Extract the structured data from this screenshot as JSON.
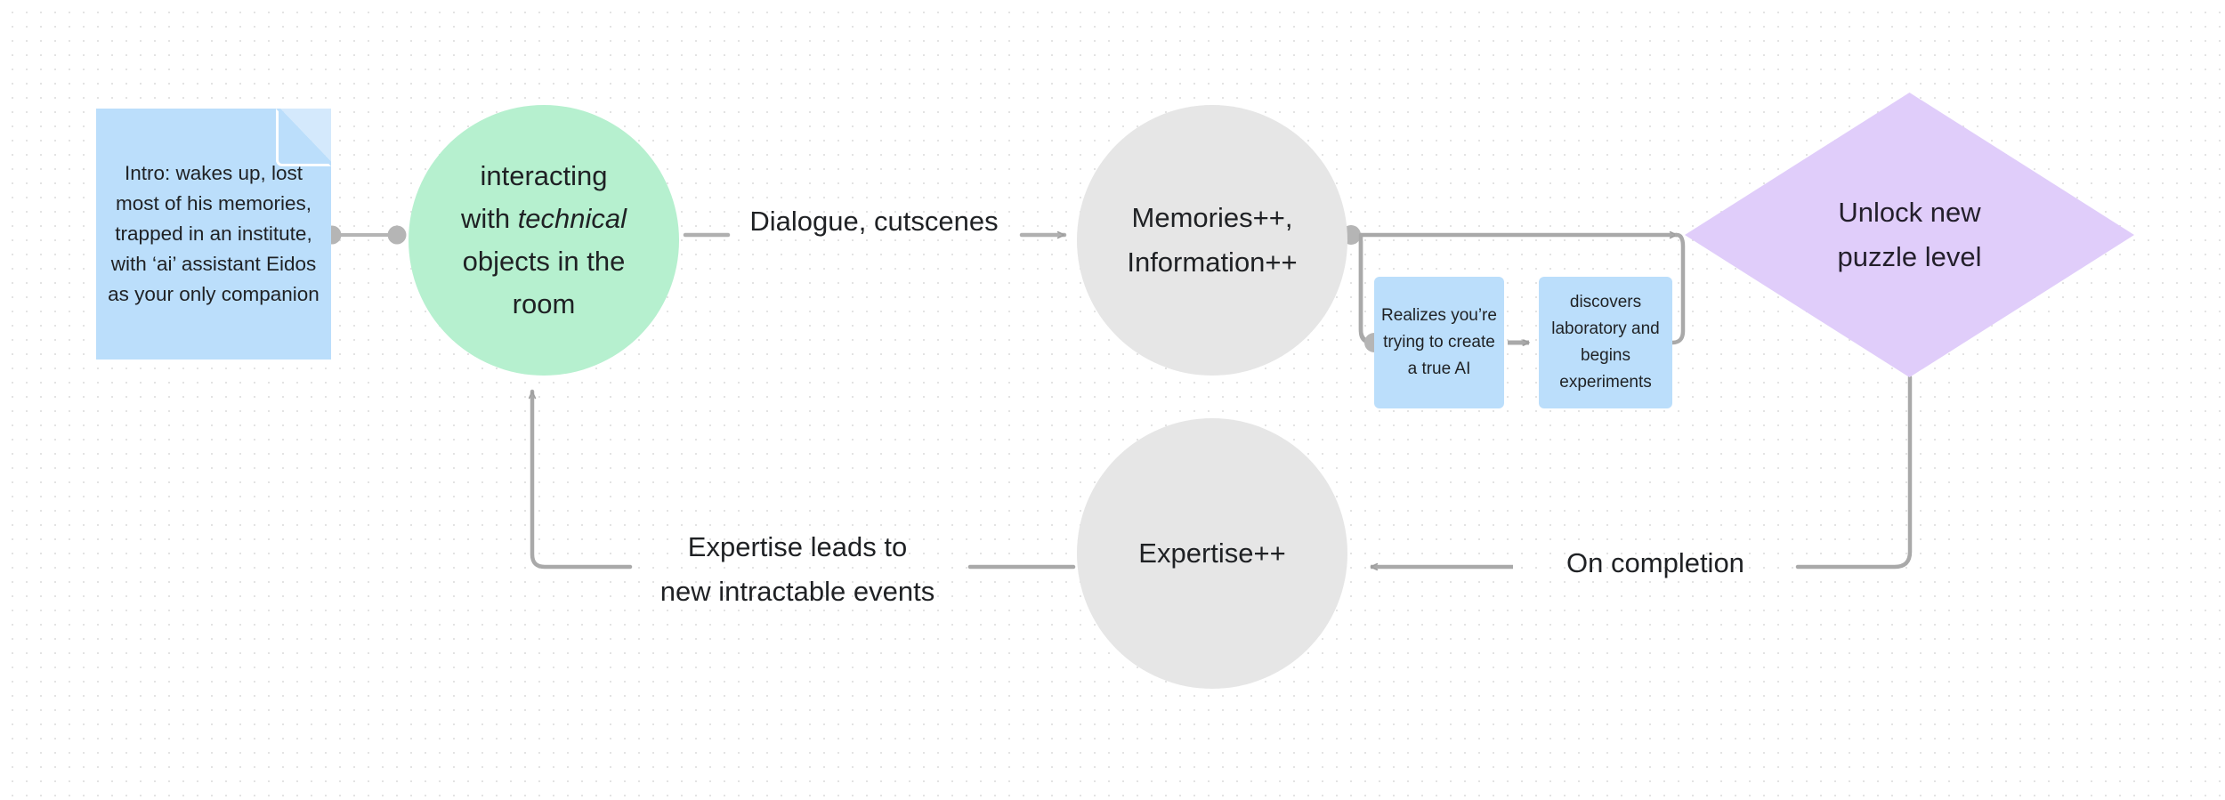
{
  "diagram": {
    "type": "flowchart",
    "background": "#ffffff",
    "grid": "dotted",
    "nodes": [
      {
        "id": "intro-note",
        "shape": "note",
        "color": "#bbdefb",
        "text": "Intro: wakes up, lost most of his memories, trapped in an institute, with ‘ai’ assistant Eidos as your only companion"
      },
      {
        "id": "interacting",
        "shape": "circle",
        "color": "#b6f0cf",
        "text_part1": "interacting\nwith ",
        "text_italic": "technical",
        "text_part2": "\nobjects in the\nroom"
      },
      {
        "id": "memories",
        "shape": "circle",
        "color": "#e6e6e6",
        "text": "Memories++,\nInformation++"
      },
      {
        "id": "unlock",
        "shape": "diamond",
        "color": "#e0cdfa",
        "text": "Unlock new\npuzzle level"
      },
      {
        "id": "realizes",
        "shape": "rounded-rect",
        "color": "#bbdefb",
        "text": "Realizes you’re trying to create a true AI"
      },
      {
        "id": "discovers",
        "shape": "rounded-rect",
        "color": "#bbdefb",
        "text": "discovers laboratory and begins experiments"
      },
      {
        "id": "expertise",
        "shape": "circle",
        "color": "#e6e6e6",
        "text": "Expertise++"
      }
    ],
    "edges": [
      {
        "id": "note-to-interacting",
        "from": "intro-note",
        "to": "interacting",
        "label": "",
        "style": "dot-ended"
      },
      {
        "id": "interacting-to-memories",
        "from": "interacting",
        "to": "memories",
        "label": "Dialogue, cutscenes",
        "style": "arrow"
      },
      {
        "id": "memories-to-unlock",
        "from": "memories",
        "to": "unlock",
        "label": "",
        "style": "arrow"
      },
      {
        "id": "memories-to-realizes",
        "from": "memories",
        "to": "realizes",
        "label": "",
        "style": "dot-ended"
      },
      {
        "id": "realizes-to-discovers",
        "from": "realizes",
        "to": "discovers",
        "label": "",
        "style": "arrow"
      },
      {
        "id": "discovers-to-unlock",
        "from": "discovers",
        "to": "unlock",
        "label": "",
        "style": "line"
      },
      {
        "id": "unlock-to-expertise",
        "from": "unlock",
        "to": "expertise",
        "label": "On completion",
        "style": "arrow"
      },
      {
        "id": "expertise-to-interacting",
        "from": "expertise",
        "to": "interacting",
        "label": "Expertise leads to\nnew intractable events",
        "style": "arrow"
      }
    ],
    "labels": {
      "dialogue_cutscenes": "Dialogue, cutscenes",
      "on_completion": "On completion",
      "expertise_leads": "Expertise leads to\nnew intractable events"
    },
    "text": {
      "intro_note": "Intro: wakes up, lost most of his memories, trapped in an institute, with ‘ai’ assistant Eidos as your only companion",
      "interacting_line1": "interacting",
      "interacting_line2_pre": "with ",
      "interacting_line2_italic": "technical",
      "interacting_line3": "objects in the",
      "interacting_line4": "room",
      "memories": "Memories++,\nInformation++",
      "unlock": "Unlock new\npuzzle level",
      "realizes": "Realizes you’re trying to create a true AI",
      "discovers": "discovers laboratory and begins experiments",
      "expertise": "Expertise++"
    },
    "colors": {
      "blue": "#bbdefb",
      "green": "#b6f0cf",
      "gray": "#e6e6e6",
      "purple": "#e0cdfa",
      "connector": "#9e9e9e",
      "text": "#1f2124"
    }
  }
}
